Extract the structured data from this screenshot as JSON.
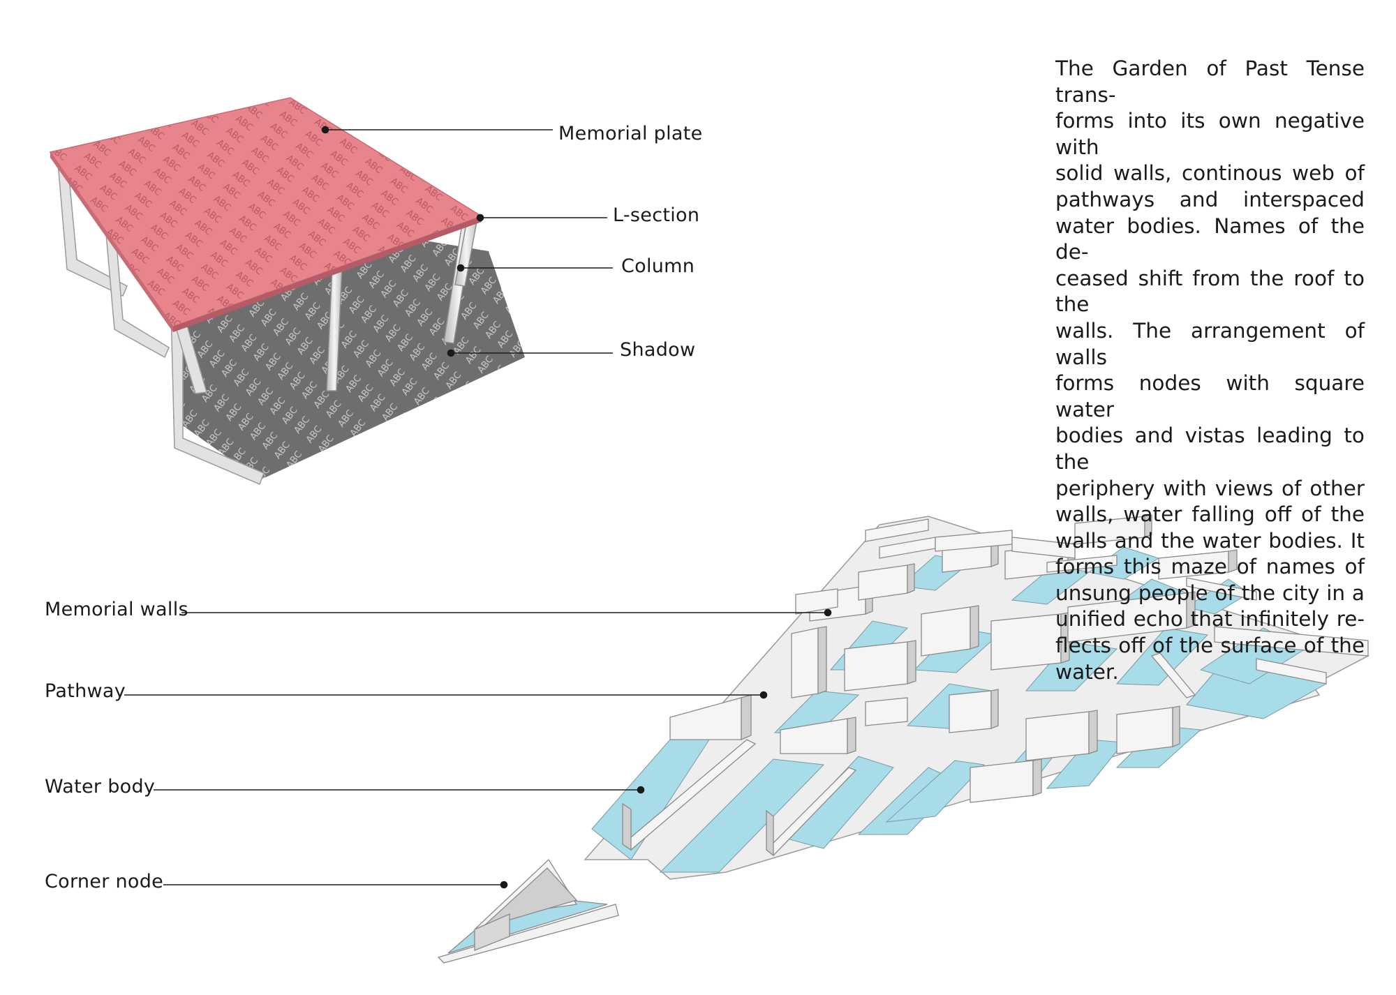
{
  "labels": {
    "memorial_plate": "Memorial plate",
    "l_section": "L-section",
    "column": "Column",
    "shadow": "Shadow",
    "memorial_walls": "Memorial walls",
    "pathway": "Pathway",
    "water_body": "Water body",
    "corner_node": "Corner node"
  },
  "description_lines": [
    "The Garden of Past Tense trans-",
    "forms into its own negative with",
    "solid walls, continous web of",
    "pathways and interspaced",
    "water bodies. Names of the de-",
    "ceased shift from the roof to the",
    "walls. The arrangement of walls",
    "forms nodes with square water",
    "bodies and vistas leading to the",
    "periphery with views of other",
    "walls, water falling off of the",
    "walls and the water bodies. It",
    "forms this maze of names of",
    "unsung people of the city in a",
    "unified echo that infinitely re-",
    "flects off of the surface of the",
    "water."
  ],
  "pattern_text": "ABC",
  "colors": {
    "memorial_plate": "#e8848c",
    "shadow": "#707070",
    "column": "#d9d9d9",
    "wall": "#f4f4f4",
    "wall_side": "#c8c8c8",
    "water": "#a8dce8",
    "leader_line": "#1a1a1a"
  }
}
